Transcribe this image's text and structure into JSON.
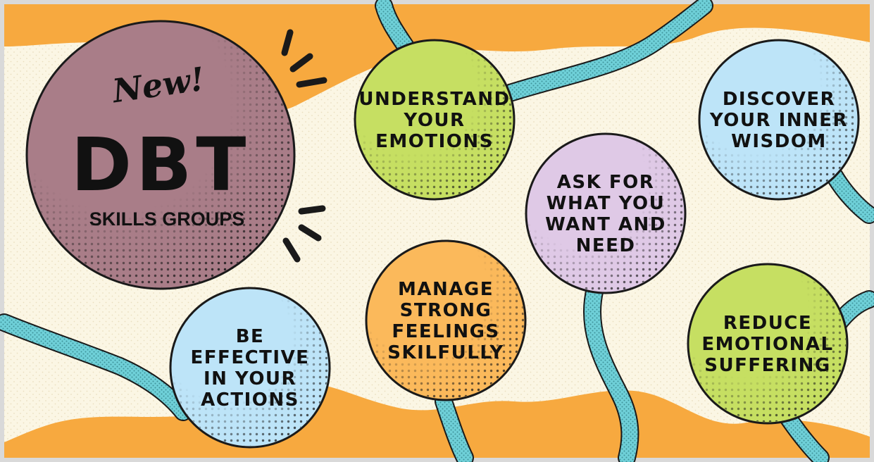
{
  "colors": {
    "background": "#fbf6e4",
    "orange": "#f7a93f",
    "teal": "#6fd0d8",
    "outline": "#1a1a1a",
    "mauve": "#a97d88",
    "green": "#c6df62",
    "blue": "#bde4f8",
    "lavender": "#dfc9e6",
    "light_orange": "#fbb95b"
  },
  "title": {
    "new": "New!",
    "main": "DBT",
    "sub": "SKILLS GROUPS"
  },
  "bubbles": [
    {
      "name": "understand-emotions",
      "color": "green",
      "lines": [
        "UNDERSTAND",
        "YOUR",
        "EMOTIONS"
      ]
    },
    {
      "name": "discover-inner-wisdom",
      "color": "blue",
      "lines": [
        "DISCOVER",
        "YOUR INNER",
        "WISDOM"
      ]
    },
    {
      "name": "ask-for-what-you-want",
      "color": "lavender",
      "lines": [
        "ASK FOR",
        "WHAT YOU",
        "WANT AND",
        "NEED"
      ]
    },
    {
      "name": "manage-strong-feelings",
      "color": "light_orange",
      "lines": [
        "MANAGE",
        "STRONG",
        "FEELINGS",
        "SKILFULLY"
      ]
    },
    {
      "name": "reduce-emotional-suffering",
      "color": "green",
      "lines": [
        "REDUCE",
        "EMOTIONAL",
        "SUFFERING"
      ]
    },
    {
      "name": "be-effective",
      "color": "blue",
      "lines": [
        "BE",
        "EFFECTIVE",
        "IN YOUR",
        "ACTIONS"
      ]
    }
  ]
}
